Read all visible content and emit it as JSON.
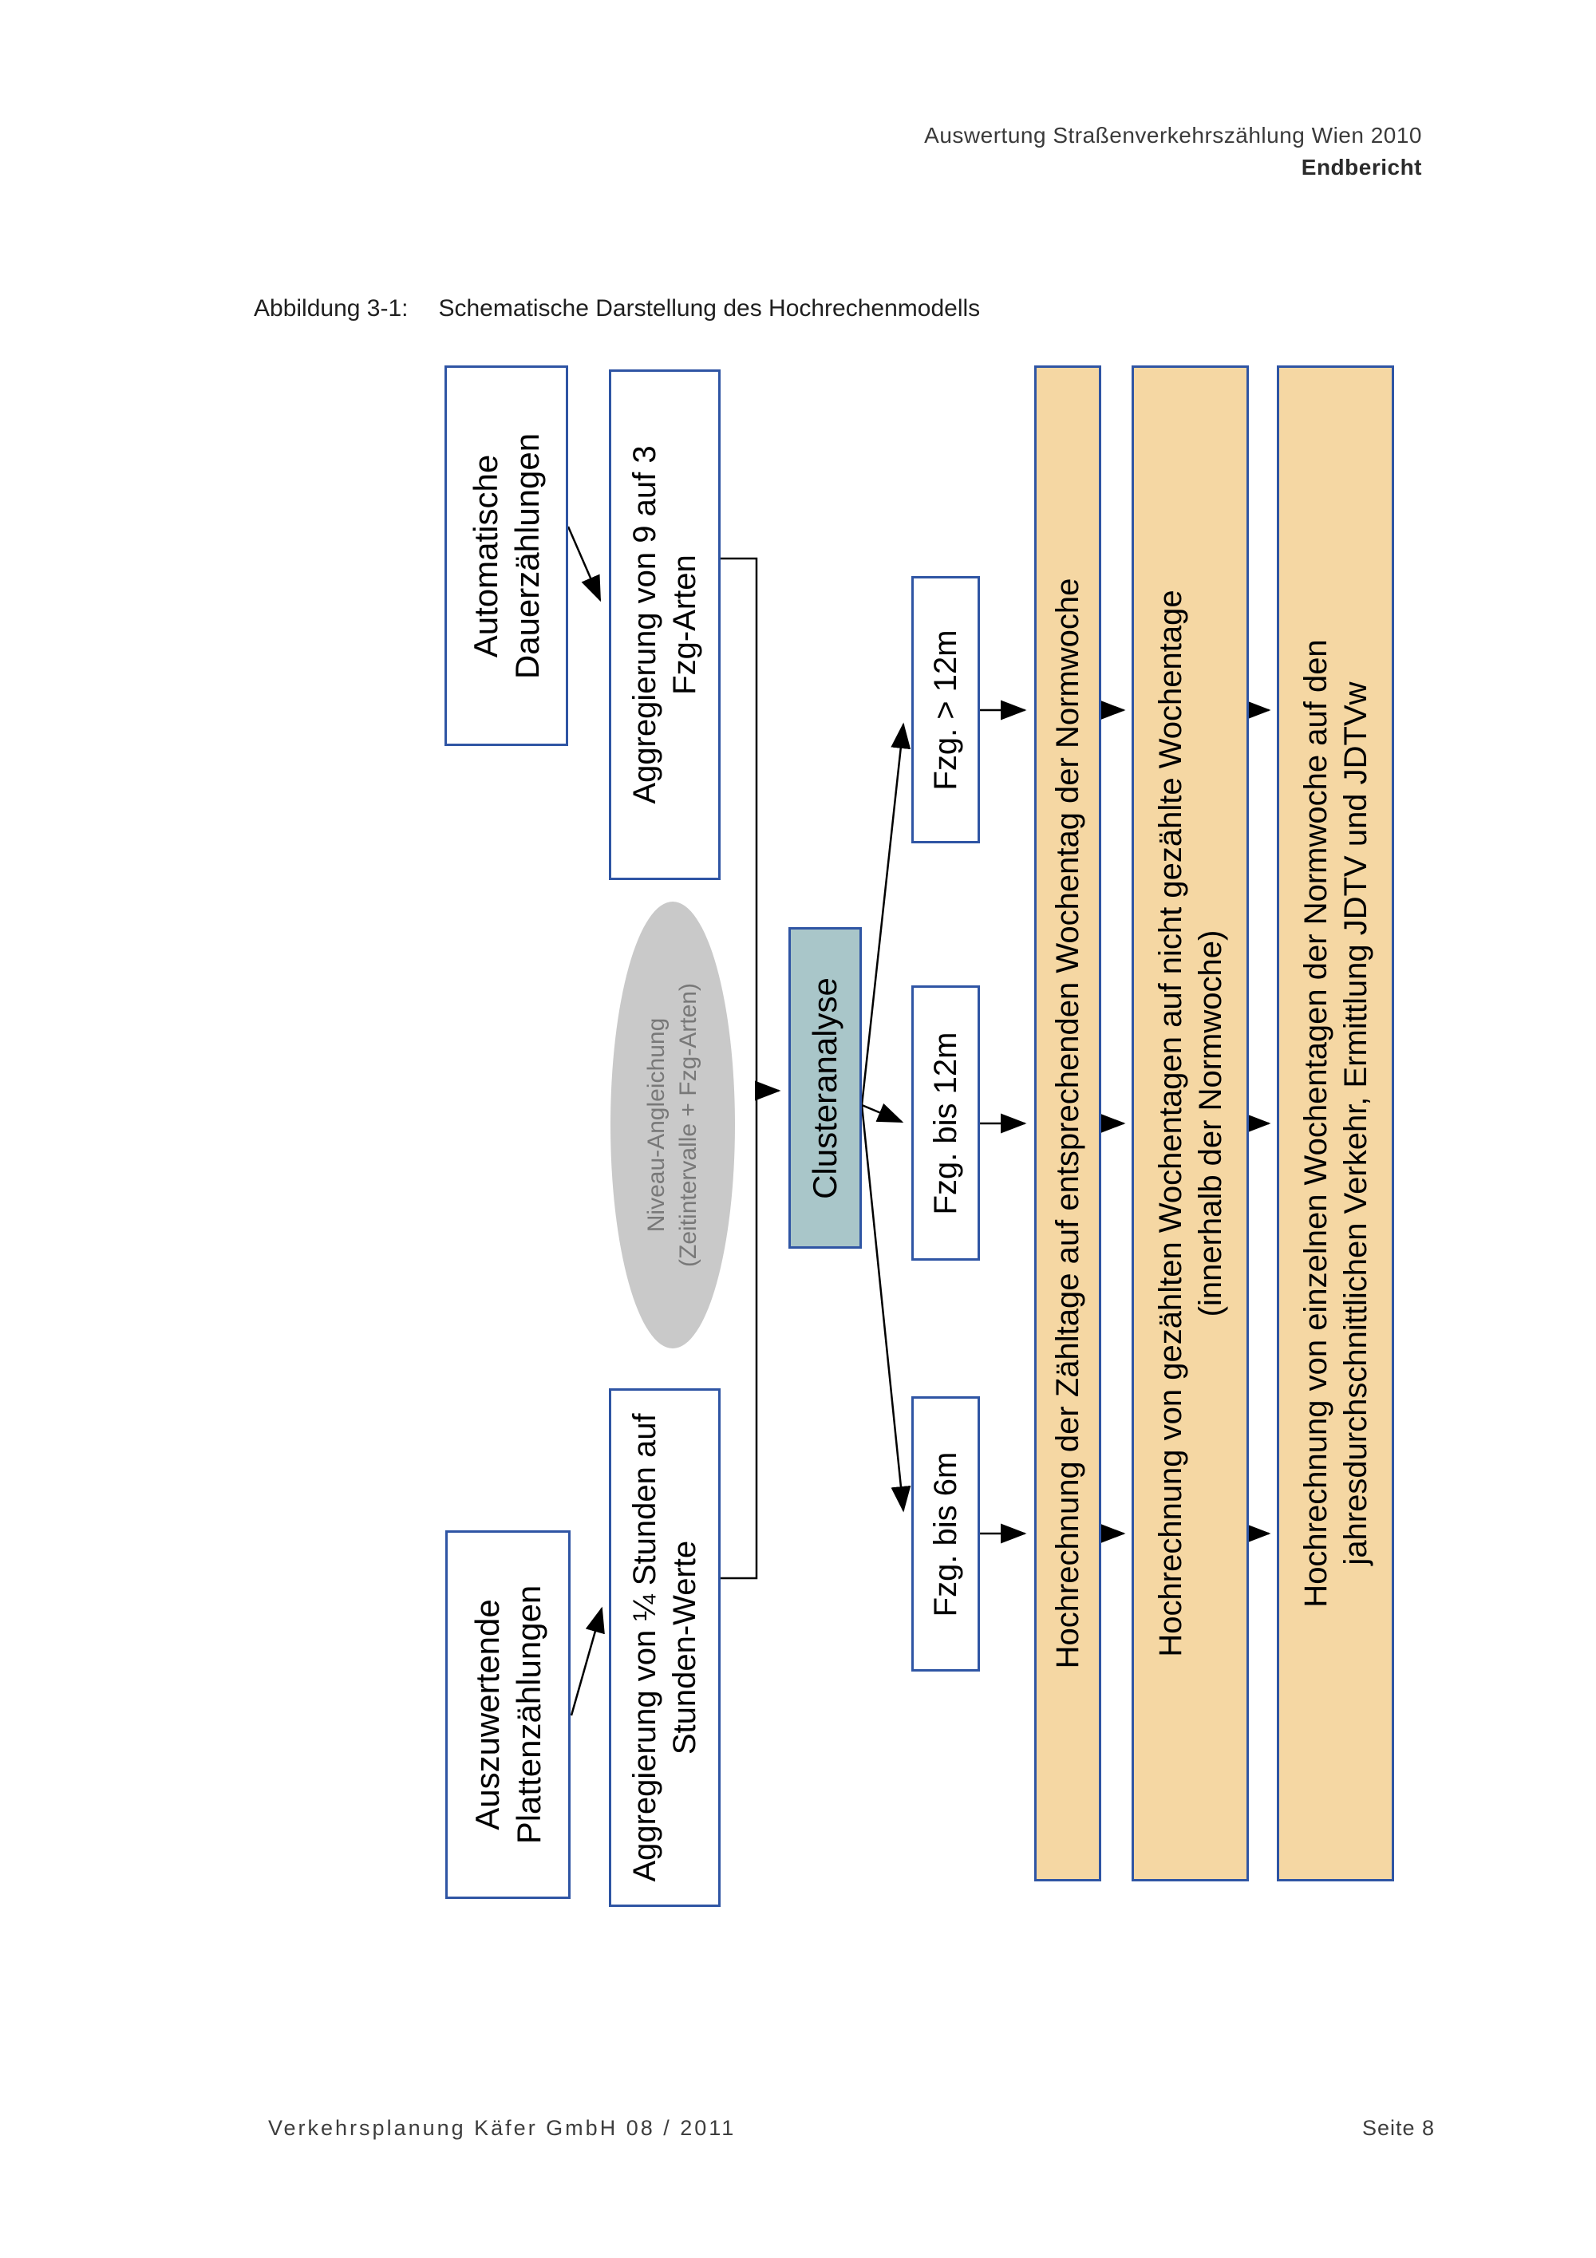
{
  "page": {
    "header": {
      "line1": "Auswertung Straßenverkehrszählung Wien 2010",
      "line2": "Endbericht"
    },
    "caption": {
      "label": "Abbildung 3-1:",
      "title": "Schematische Darstellung des Hochrechenmodells"
    },
    "footer": {
      "left": "Verkehrsplanung Käfer GmbH  08 / 2011",
      "right": "Seite 8"
    }
  },
  "colors": {
    "box_border_blue": "#2f55a4",
    "step_fill_orange": "#f5d7a3",
    "cluster_fill_teal": "#a9c6c9",
    "ellipse_fill_gray": "#c9c9c9",
    "ellipse_text_gray": "#787878",
    "line_black": "#000000"
  },
  "diagram": {
    "source_top": {
      "line1": "Automatische",
      "line2": "Dauerzählungen"
    },
    "agg_top": {
      "line1": "Aggregierung von 9 auf 3",
      "line2": "Fzg-Arten"
    },
    "source_bottom": {
      "line1": "Auszuwertende",
      "line2": "Plattenzählungen"
    },
    "agg_bottom": {
      "line1": "Aggregierung von ¼ Stunden auf",
      "line2": "Stunden-Werte"
    },
    "ellipse": {
      "line1": "Niveau-Angleichung",
      "line2": "(Zeitintervalle + Fzg-Arten)"
    },
    "cluster": {
      "label": "Clusteranalyse"
    },
    "classes": [
      {
        "label": "Fzg. > 12m"
      },
      {
        "label": "Fzg. bis 12m"
      },
      {
        "label": "Fzg. bis 6m"
      }
    ],
    "steps": [
      {
        "line1": "Hochrechnung der Zähltage auf entsprechenden Wochentag der Normwoche",
        "line2": ""
      },
      {
        "line1": "Hochrechnung von gezählten Wochentagen auf nicht gezählte Wochentage",
        "line2": "(innerhalb der Normwoche)"
      },
      {
        "line1": "Hochrechnung von einzelnen Wochentagen der Normwoche auf den",
        "line2": "jahresdurchschnittlichen Verkehr, Ermittlung JDTV und JDTVw"
      }
    ]
  }
}
